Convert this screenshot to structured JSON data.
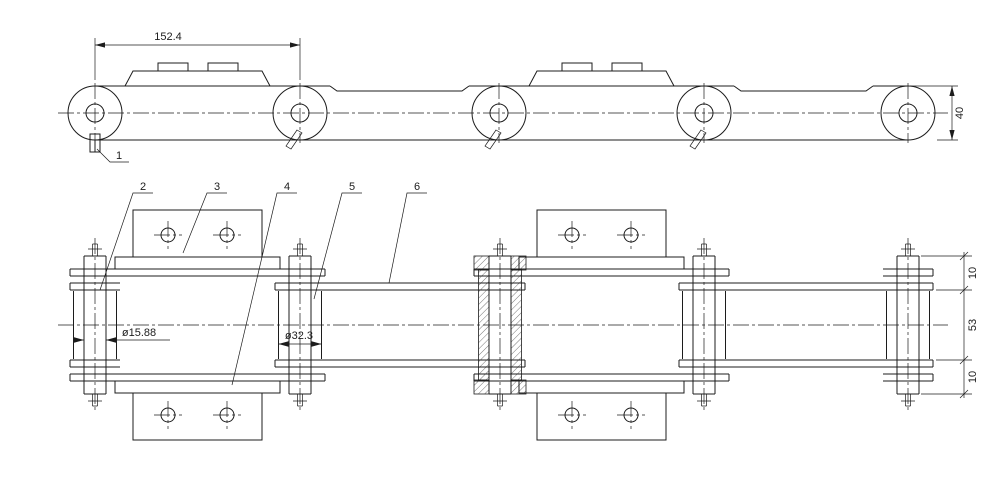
{
  "page": {
    "background": "#ffffff",
    "line_color": "#1c1c1c",
    "description": "Engineering drawing of conveyor roller chain with bent attachment plates, two orthographic views"
  },
  "views": {
    "side_view": {
      "dimensions": {
        "pitch": "152.4",
        "plate_height": "40"
      },
      "callouts": {
        "c1": "1"
      }
    },
    "plan_view": {
      "dimensions": {
        "pin_diameter": "ø15.88",
        "roller_diameter": "ø32.3",
        "offset_top": "10",
        "inner_width": "53",
        "offset_bottom": "10"
      },
      "callouts": {
        "c2": "2",
        "c3": "3",
        "c4": "4",
        "c5": "5",
        "c6": "6"
      }
    }
  }
}
